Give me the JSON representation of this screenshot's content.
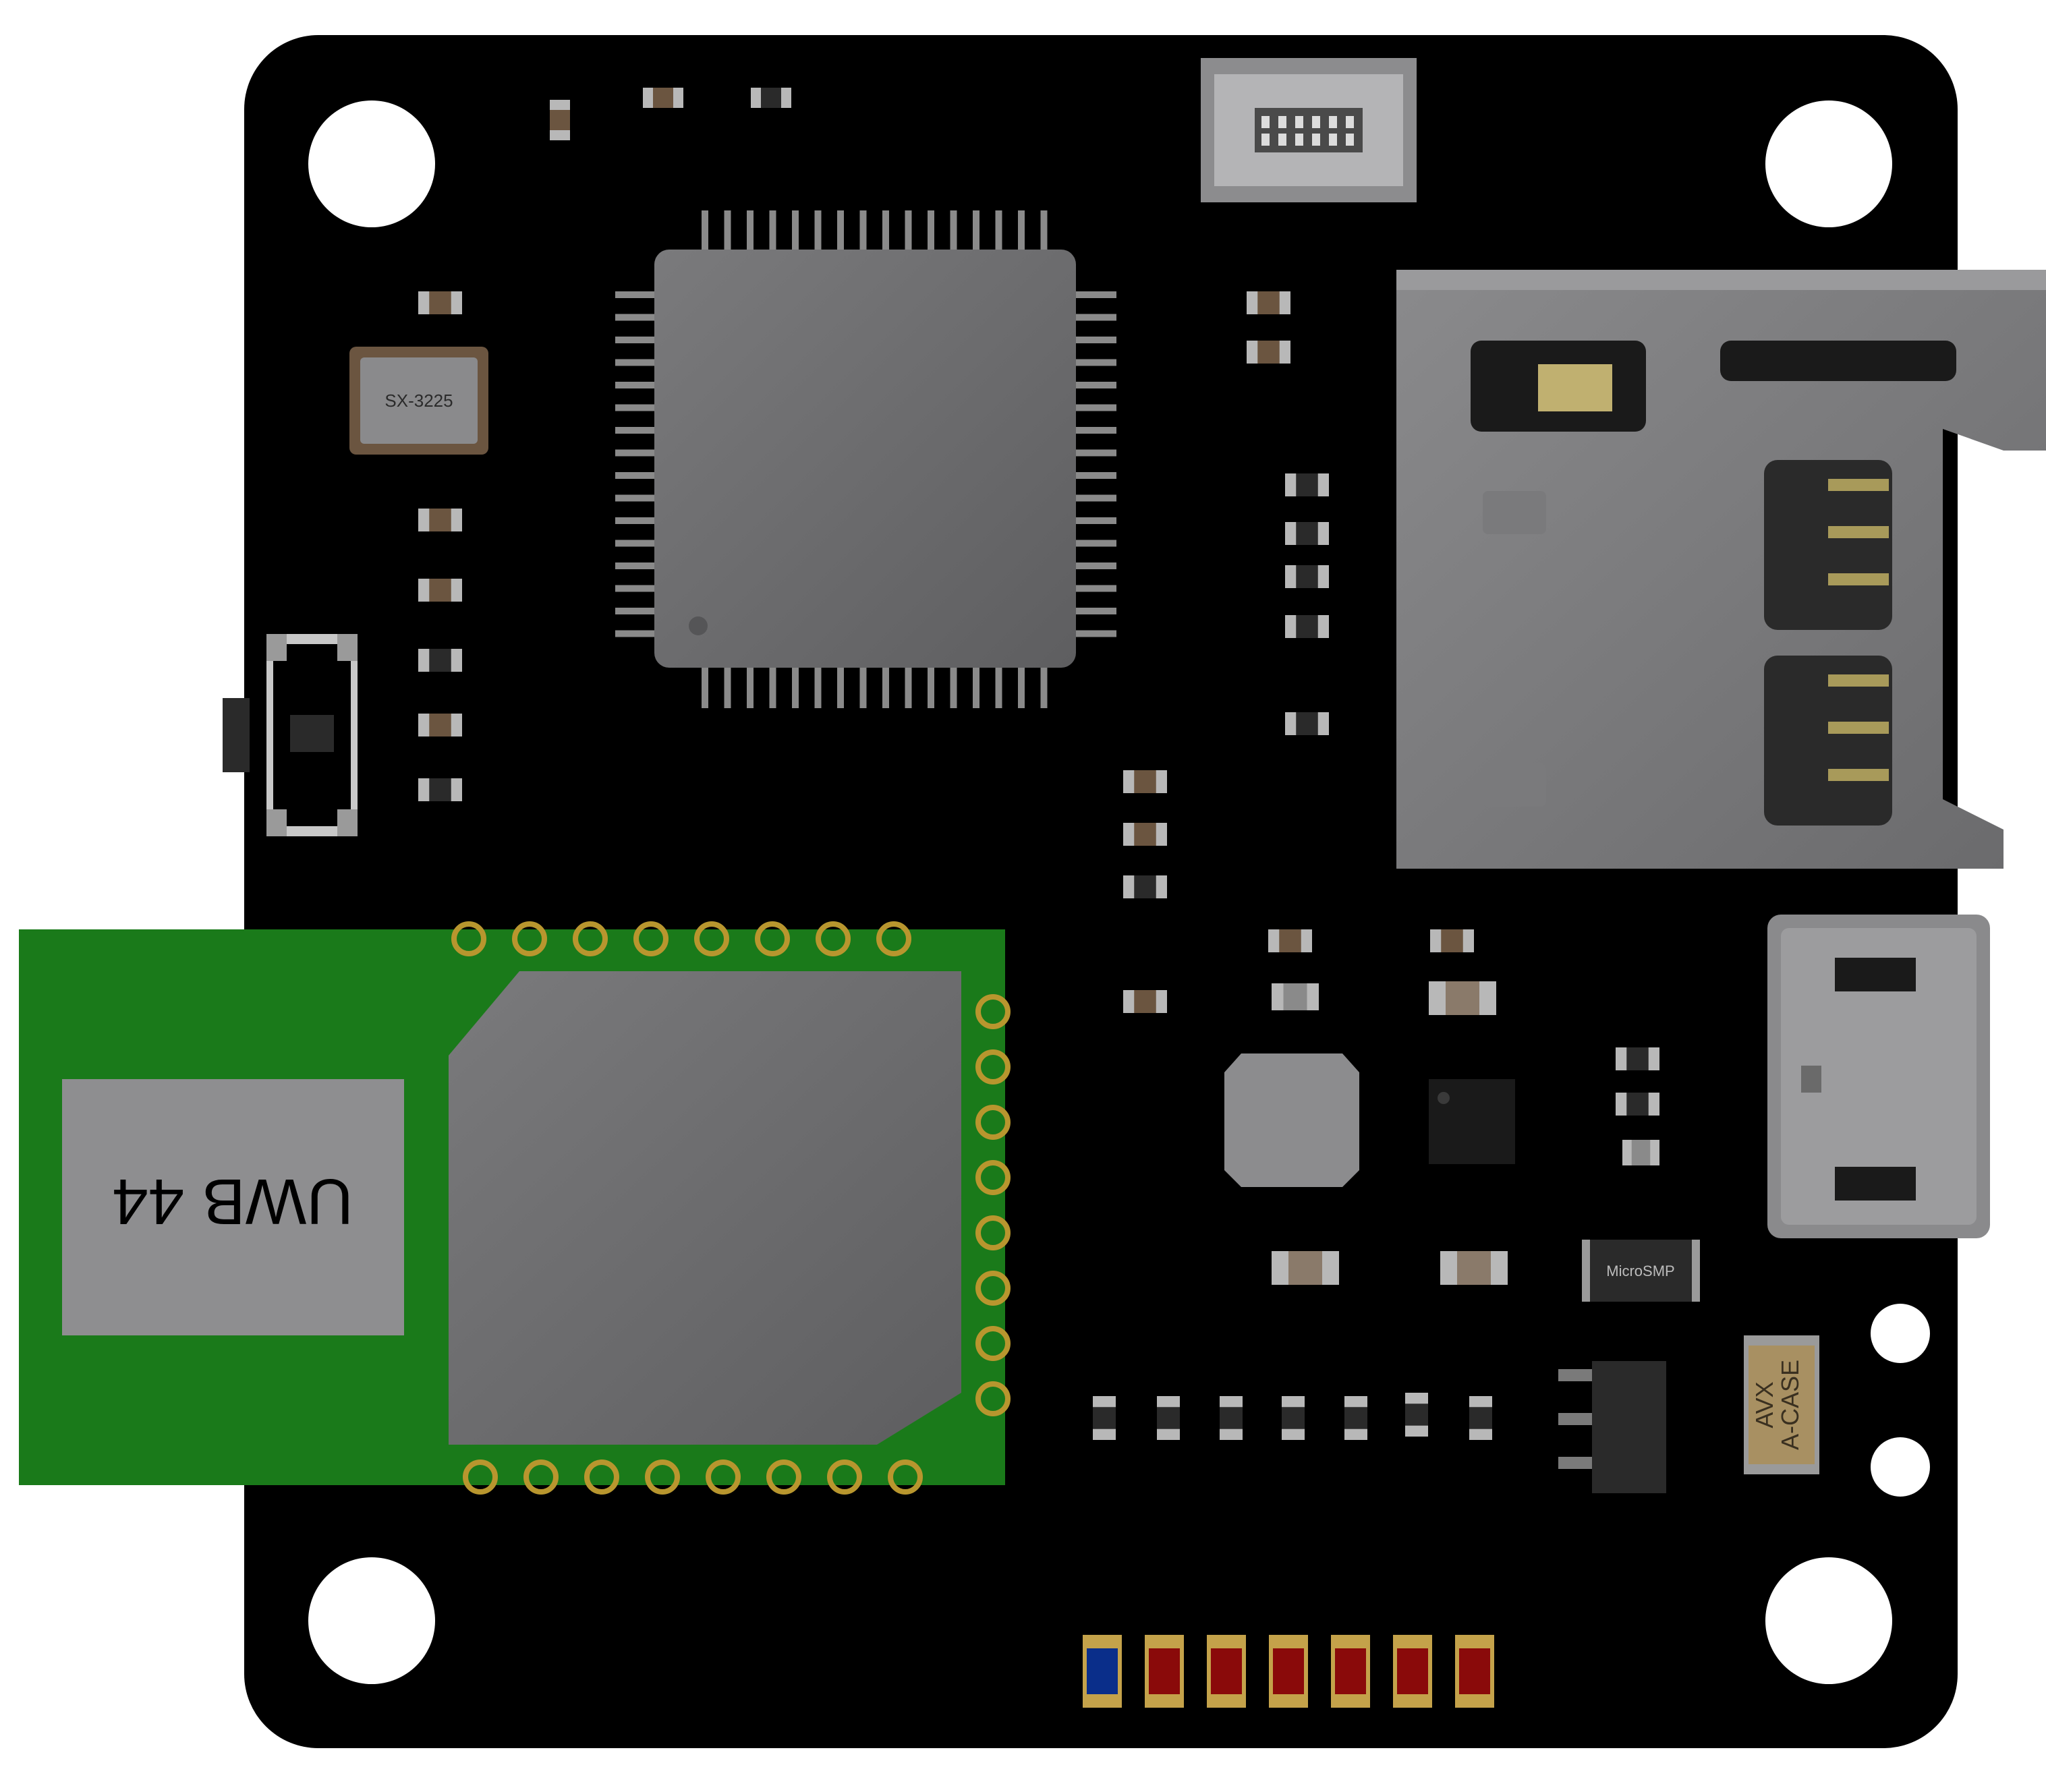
{
  "labels": {
    "crystal": "SX-3225",
    "uwb_module": "UWB 44",
    "diode": "MicroSMP",
    "cap_line1": "AVX",
    "cap_line2": "A-CASE"
  },
  "colors": {
    "board": "#000000",
    "module_pcb": "#1a7a1a",
    "module_gold": "#b8962e",
    "ic_gray": "#6e6e70",
    "hole": "#ffffff",
    "led_blue": "#0a2e8a",
    "led_red": "#8a0a0a",
    "led_pad": "#c4a24a"
  },
  "leds": [
    "blue",
    "red",
    "red",
    "red",
    "red",
    "red",
    "red"
  ]
}
